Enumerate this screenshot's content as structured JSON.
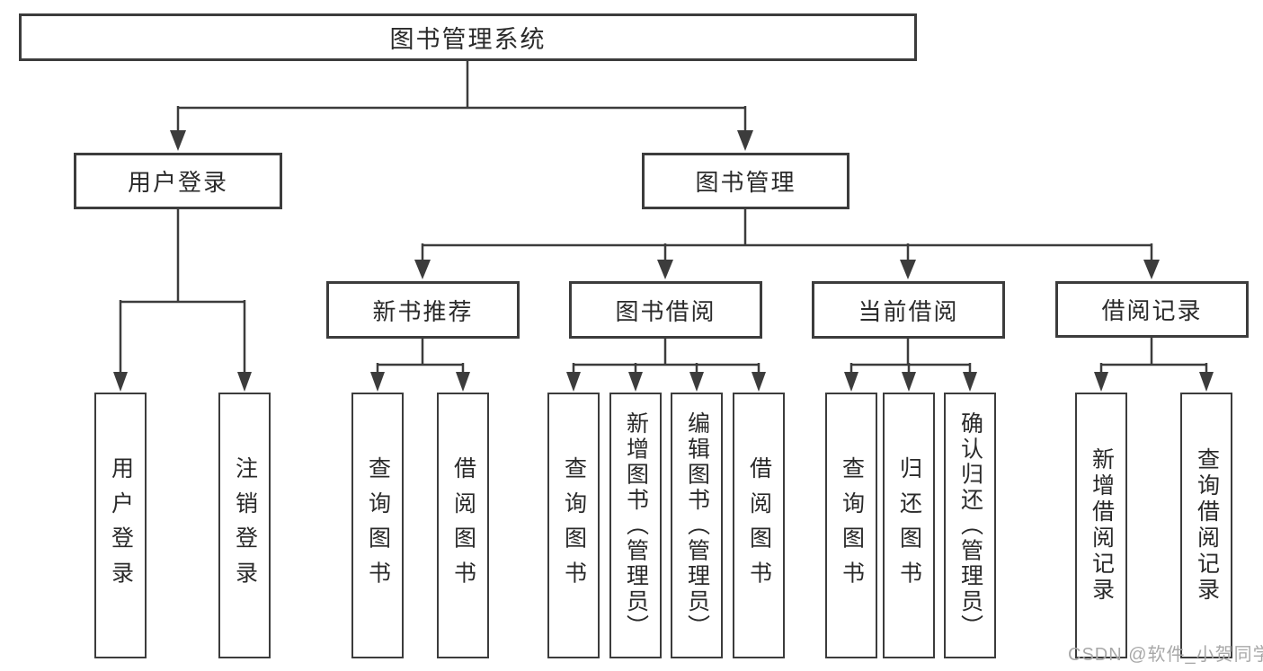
{
  "diagram": {
    "root": "图书管理系统",
    "nodes": {
      "user_login": "用户登录",
      "book_management": "图书管理",
      "new_book_recommend": "新书推荐",
      "book_borrow": "图书借阅",
      "current_borrow": "当前借阅",
      "borrow_record": "借阅记录",
      "leaf_user_login": "用户登录",
      "leaf_logout": "注销登录",
      "leaf_query_books_newbook": "查询图书",
      "leaf_borrow_books_newbook": "借阅图书",
      "leaf_query_books_borrow": "查询图书",
      "leaf_add_books_admin": "新增图书（管理员）",
      "leaf_edit_books_admin": "编辑图书（管理员）",
      "leaf_borrow_books_borrow": "借阅图书",
      "leaf_query_books_current": "查询图书",
      "leaf_return_books": "归还图书",
      "leaf_confirm_return_admin": "确认归还（管理员）",
      "leaf_add_borrow_record": "新增借阅记录",
      "leaf_query_borrow_record": "查询借阅记录"
    }
  },
  "watermark": "CSDN @软件_小贺同学",
  "colors": {
    "line": "#3c3c3c",
    "box_border": "#3c3c3c",
    "box_fill": "#ffffff",
    "text": "#2a2a2a",
    "watermark": "#a8a8a8",
    "background": "#ffffff"
  }
}
